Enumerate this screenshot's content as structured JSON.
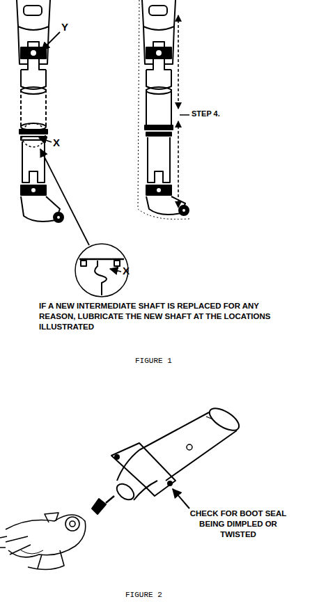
{
  "diagram": {
    "labels": [
      "Y",
      "X",
      "X",
      "STEP 4.",
      "IF A NEW INTERMEDIATE SHAFT IS REPLACED FOR ANY REASON, LUBRICATE THE NEW SHAFT AT THE LOCATIONS ILLUSTRATED",
      "FIGURE 1",
      "CHECK FOR BOOT SEAL BEING DIMPLED OR TWISTED",
      "FIGURE 2"
    ]
  }
}
